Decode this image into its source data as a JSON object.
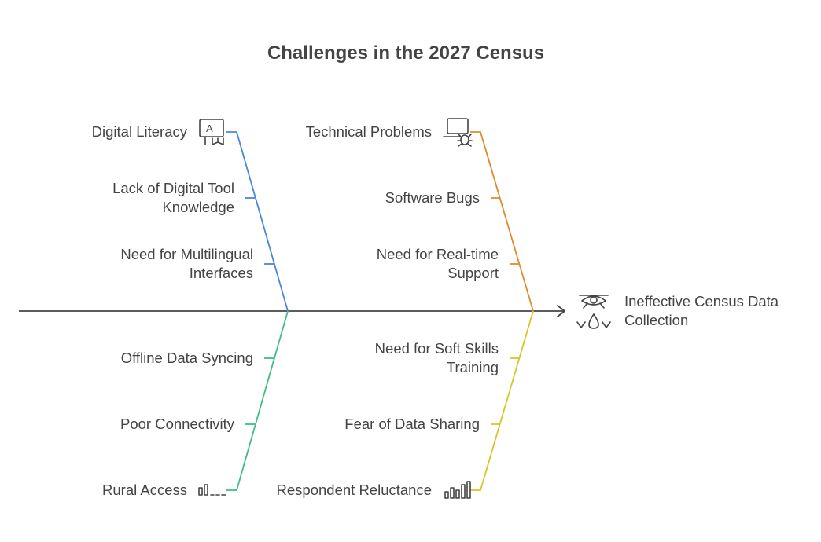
{
  "title": "Challenges in the 2027 Census",
  "effect": [
    "Ineffective Census Data",
    "Collection"
  ],
  "colors": {
    "spine": "#444444",
    "digital": "#4a86d9",
    "rural": "#3ebd86",
    "technical": "#e08a2e",
    "respondent": "#d9c42a",
    "text": "#444444"
  },
  "icons": {
    "digital": "reading-language-icon",
    "technical": "laptop-bug-icon",
    "rural": "weak-signal-icon",
    "respondent": "bar-chart-icon",
    "effect": "eye-tears-icon",
    "arrow": "arrowhead-icon"
  },
  "branches": {
    "digital": {
      "label": "Digital Literacy",
      "causes": [
        [
          "Lack of Digital Tool",
          "Knowledge"
        ],
        [
          "Need for Multilingual",
          "Interfaces"
        ]
      ]
    },
    "technical": {
      "label": "Technical Problems",
      "causes": [
        [
          "Software Bugs"
        ],
        [
          "Need for Real-time",
          "Support"
        ]
      ]
    },
    "rural": {
      "label": "Rural Access",
      "causes": [
        [
          "Offline Data Syncing"
        ],
        [
          "Poor Connectivity"
        ]
      ]
    },
    "respondent": {
      "label": "Respondent Reluctance",
      "causes": [
        [
          "Need for Soft Skills",
          "Training"
        ],
        [
          "Fear of Data Sharing"
        ]
      ]
    }
  }
}
